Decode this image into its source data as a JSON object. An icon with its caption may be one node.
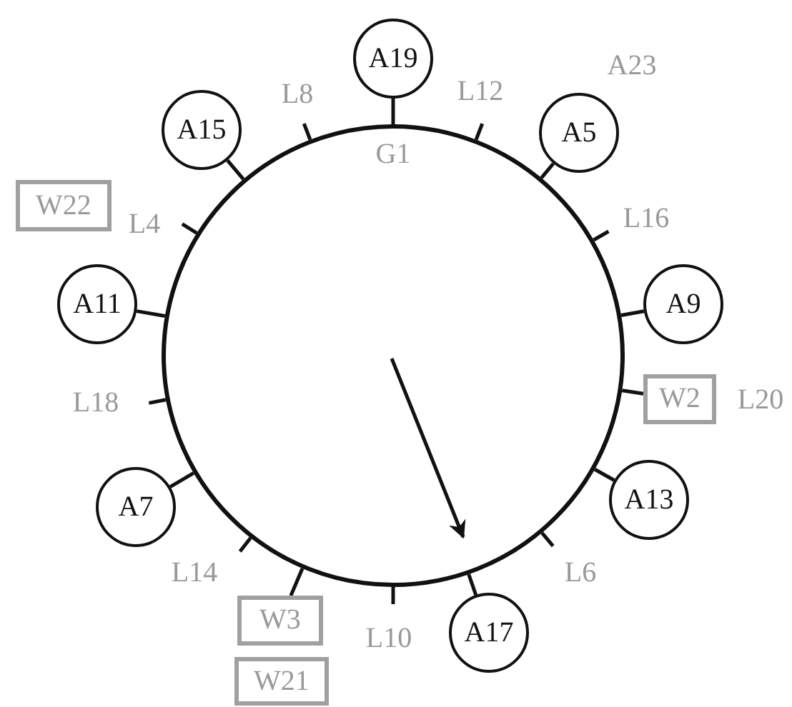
{
  "diagram": {
    "nodes": [
      {
        "text": [
          "G1"
        ]
      },
      {
        "text": [
          "A19"
        ]
      },
      {
        "text": [
          "A15"
        ]
      },
      {
        "text": [
          "A5"
        ]
      },
      {
        "text": [
          "W22"
        ]
      },
      {
        "text": [
          "A11"
        ]
      },
      {
        "text": [
          "A9"
        ]
      },
      {
        "text": [
          "W2"
        ]
      },
      {
        "text": [
          "A7"
        ]
      },
      {
        "text": [
          "A13"
        ]
      },
      {
        "text": [
          "W3"
        ]
      },
      {
        "text": [
          "A17"
        ]
      },
      {
        "text": [
          "W21"
        ]
      }
    ],
    "edges": [
      {
        "from": 1,
        "to": 0,
        "arrow": "none"
      },
      {
        "from": 2,
        "to": 0,
        "arrow": "none"
      },
      {
        "from": 3,
        "to": 0,
        "arrow": "none"
      },
      {
        "from": 5,
        "to": 0,
        "arrow": "none"
      },
      {
        "from": 6,
        "to": 0,
        "arrow": "none"
      },
      {
        "from": 7,
        "to": 0,
        "arrow": "none"
      },
      {
        "from": 8,
        "to": 0,
        "arrow": "none"
      },
      {
        "from": 9,
        "to": 0,
        "arrow": "none"
      },
      {
        "from": 10,
        "to": 0,
        "arrow": "none"
      },
      {
        "from": 11,
        "to": 0,
        "arrow": "none"
      }
    ],
    "labels": [
      "A23",
      "L8",
      "L12",
      "L4",
      "L16",
      "L18",
      "L20",
      "L14",
      "L6",
      "L10"
    ]
  }
}
